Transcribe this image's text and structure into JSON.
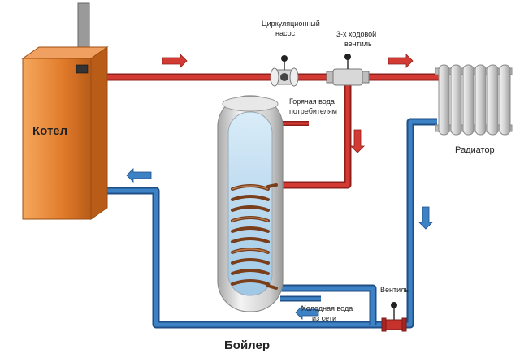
{
  "labels": {
    "boiler": "Котел",
    "pump_line1": "Циркуляционный",
    "pump_line2": "насос",
    "valve3_line1": "3-х ходовой",
    "valve3_line2": "вентиль",
    "hotwater_line1": "Горячая вода",
    "hotwater_line2": "потребителям",
    "radiator": "Радиатор",
    "valve": "Вентиль",
    "coldwater_line1": "Холодная вода",
    "coldwater_line2": "из сети",
    "tank": "Бойлер"
  },
  "colors": {
    "hot_pipe": "#c8322c",
    "cold_pipe": "#2f6fb0",
    "boiler_body": "#e07a2a",
    "tank_body": "#d9d9d9",
    "coil": "#8a4a22",
    "radiator": "#d6d6d6"
  },
  "icons": [
    "flow-arrow-icon",
    "pump-icon",
    "three-way-valve-icon",
    "valve-icon",
    "chimney-icon",
    "control-panel-icon"
  ]
}
